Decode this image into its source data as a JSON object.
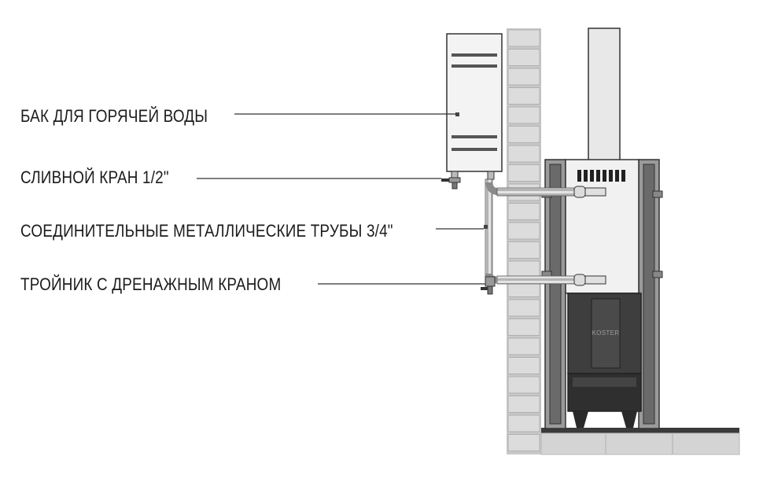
{
  "labels": {
    "tank": "БАК ДЛЯ ГОРЯЧЕЙ ВОДЫ",
    "drain_valve": "СЛИВНОЙ КРАН 1/2\"",
    "pipes": "СОЕДИНИТЕЛЬНЫЕ МЕТАЛЛИЧЕСКИЕ ТРУБЫ 3/4\"",
    "tee": "ТРОЙНИК С ДРЕНАЖНЫМ КРАНОМ"
  },
  "stove": {
    "brand": "KOSTER"
  },
  "colors": {
    "line": "#333333",
    "brick": "#cfcfcf",
    "stove_dark": "#3c3c3c",
    "stove_frame": "#8a8a8a",
    "tank_fill": "#f3f3f3"
  }
}
